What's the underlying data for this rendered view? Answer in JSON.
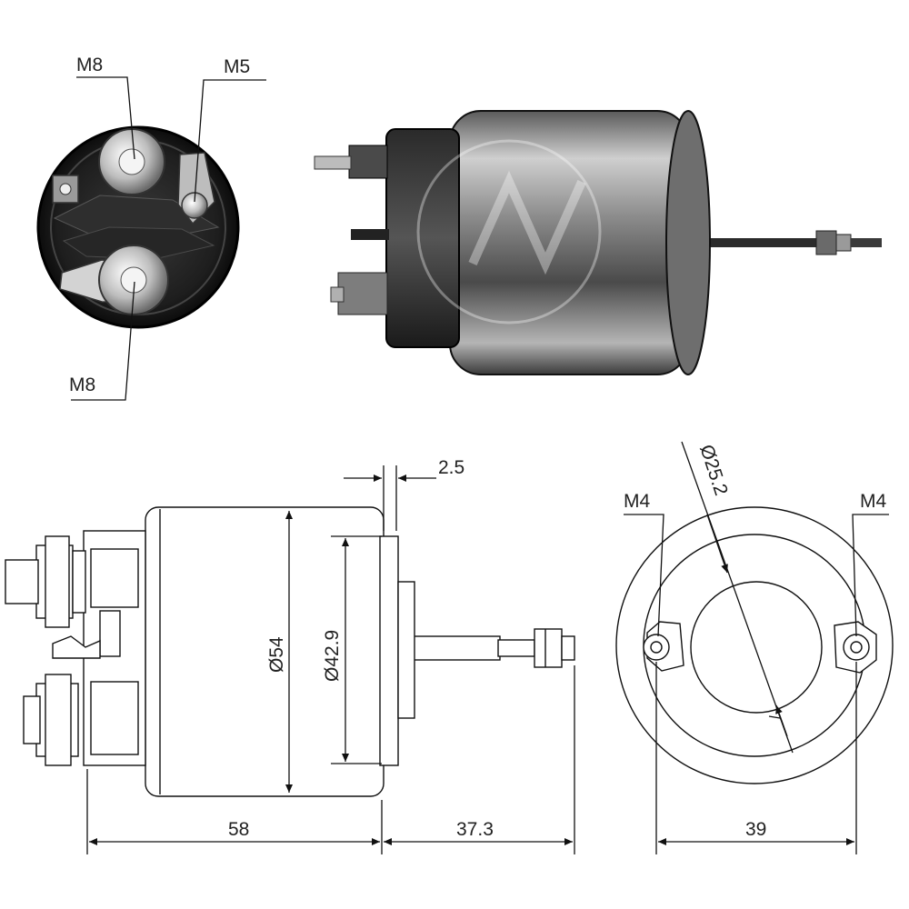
{
  "end_view_photo": {
    "labels": {
      "top_left": "M8",
      "top_right": "M5",
      "bottom": "M8"
    }
  },
  "side_drawing": {
    "dim_flange": "2.5",
    "dim_body_diameter": "Ø54",
    "dim_inner_diameter": "Ø42.9",
    "dim_body_length": "58",
    "dim_plunger_length": "37.3"
  },
  "front_drawing": {
    "label_left": "M4",
    "label_right": "M4",
    "dim_bore": "Ø25.2",
    "dim_hole_spacing": "39"
  },
  "colors": {
    "metal_dark": "#2a2a2a",
    "metal_mid": "#8a8a8a",
    "metal_light": "#d8d8d8",
    "line": "#111111"
  }
}
